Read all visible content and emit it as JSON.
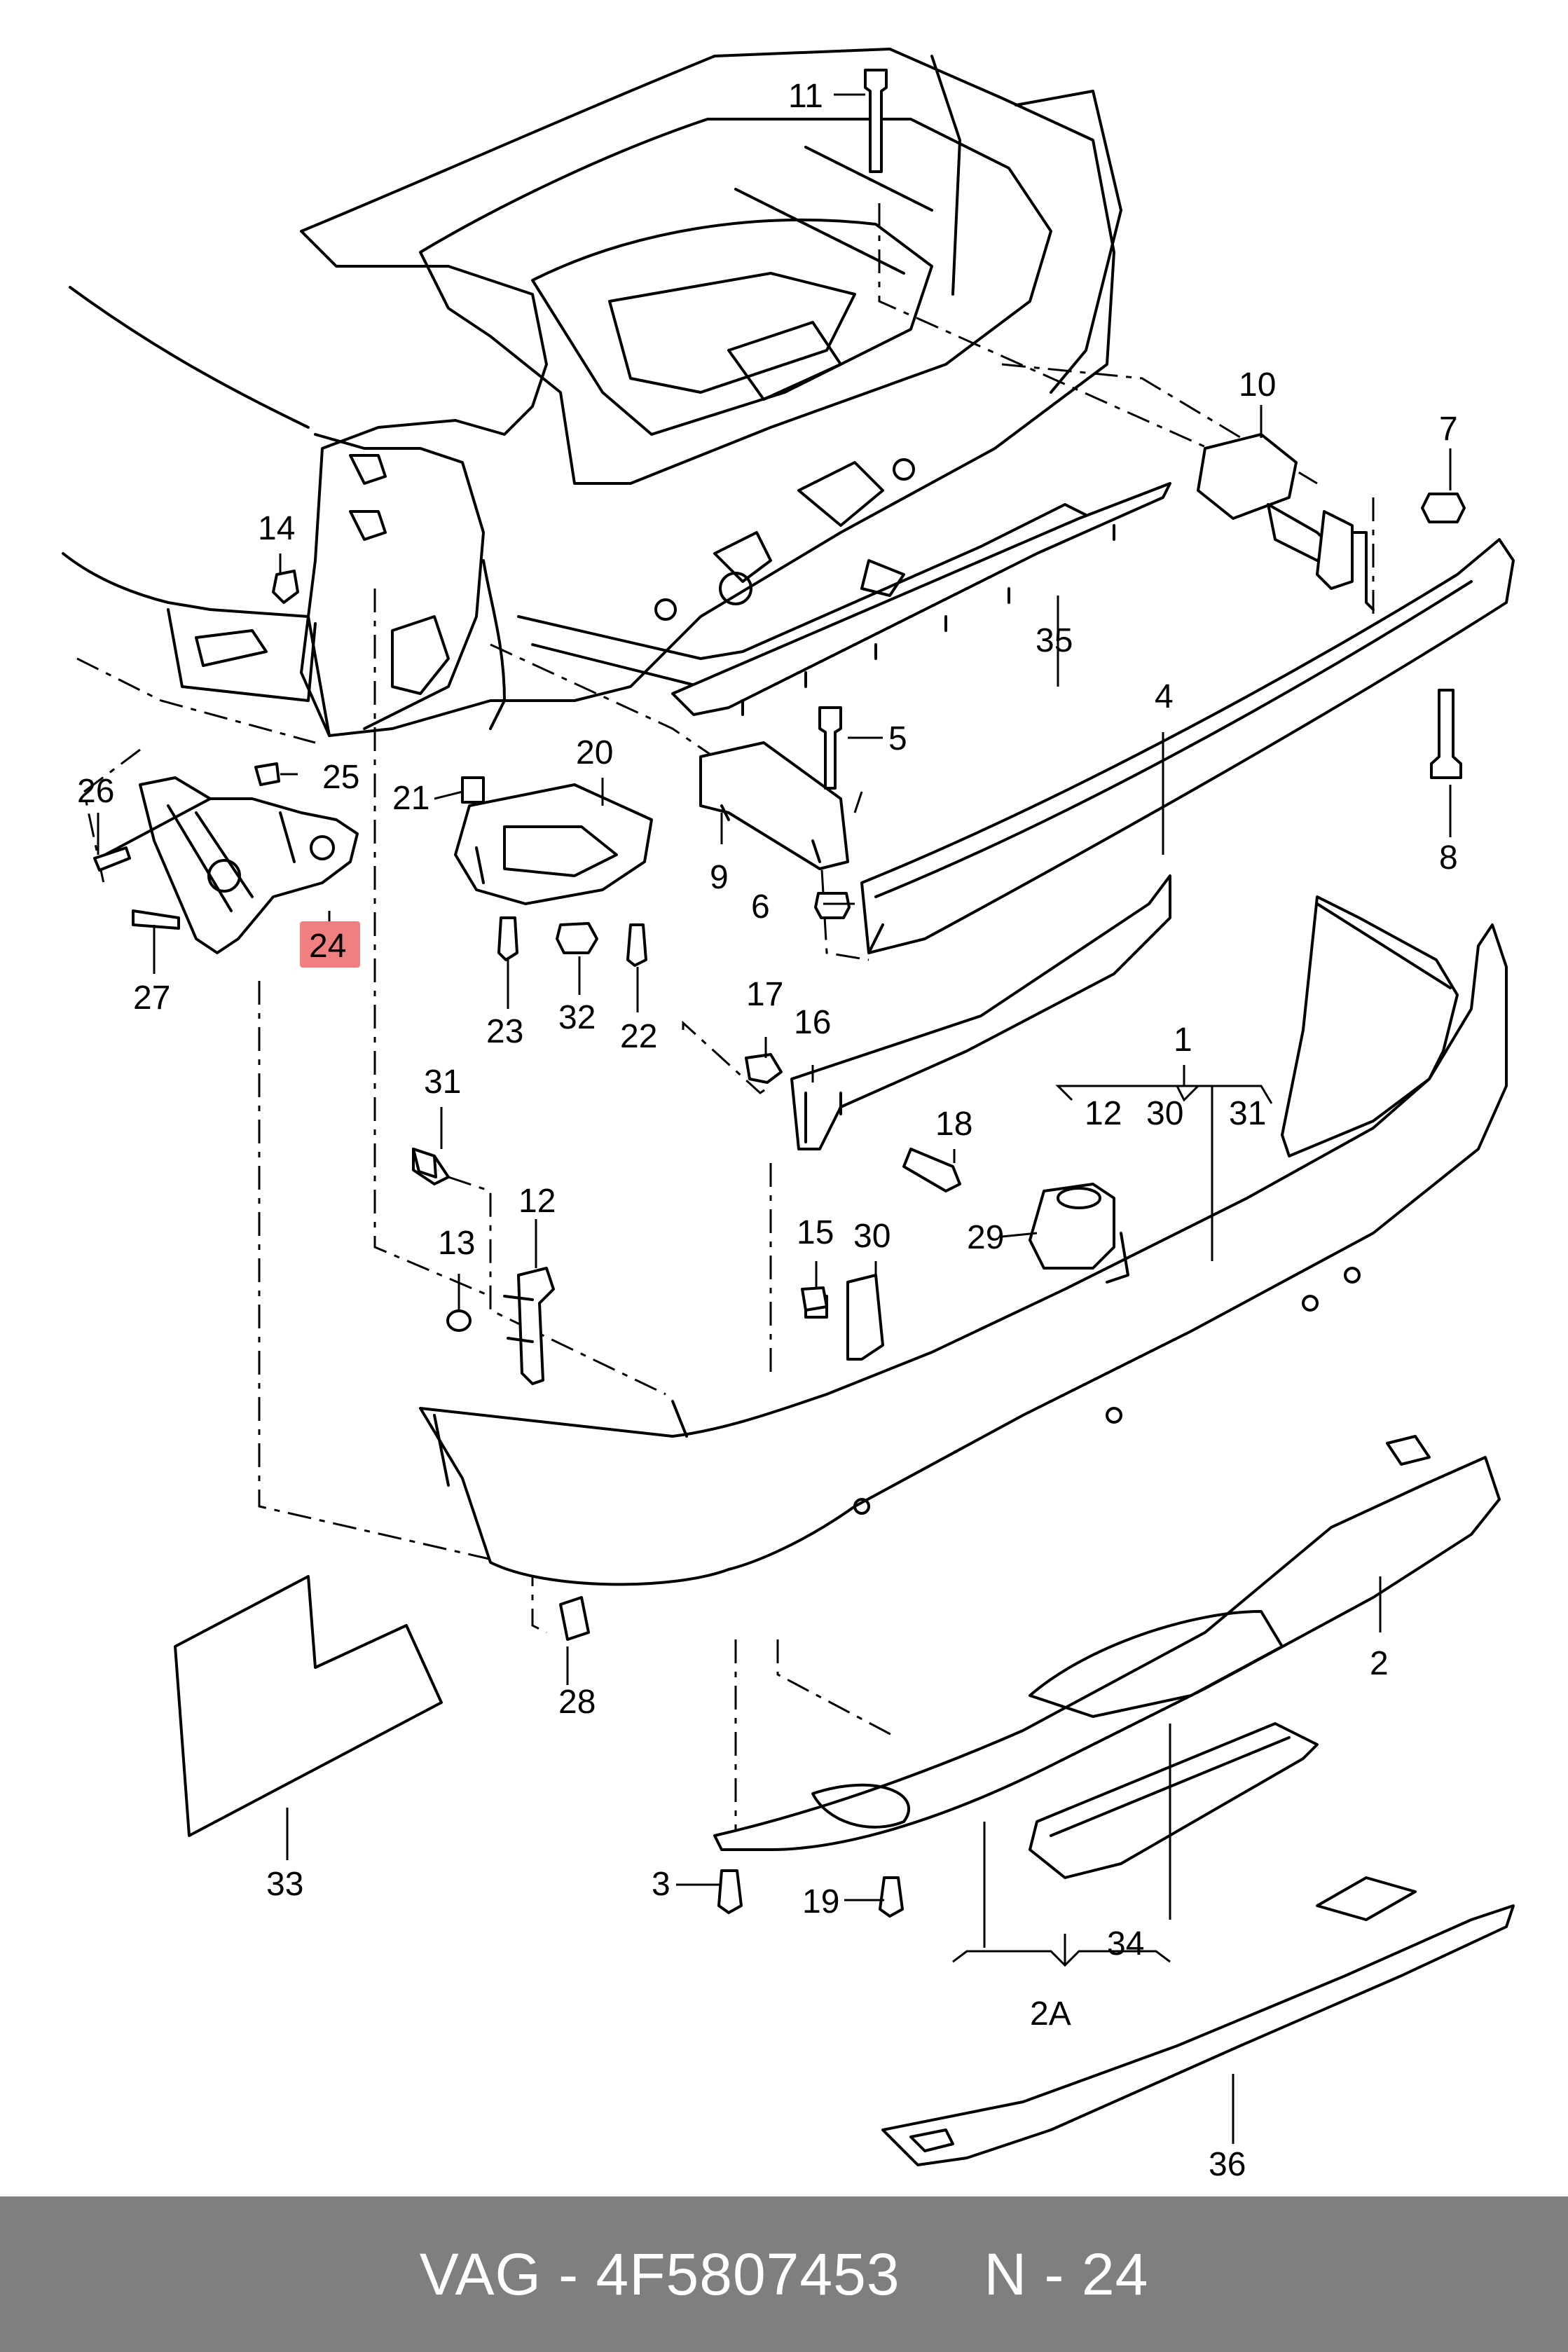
{
  "callouts": {
    "c1": "1",
    "c2": "2",
    "c2a": "2A",
    "c3": "3",
    "c4": "4",
    "c5": "5",
    "c6": "6",
    "c7": "7",
    "c8": "8",
    "c9": "9",
    "c10": "10",
    "c11": "11",
    "c12": "12",
    "c12sub": "12",
    "c13": "13",
    "c14": "14",
    "c15": "15",
    "c16": "16",
    "c17": "17",
    "c18": "18",
    "c19": "19",
    "c20": "20",
    "c21": "21",
    "c22": "22",
    "c23": "23",
    "c24": "24",
    "c25": "25",
    "c26": "26",
    "c27": "27",
    "c28": "28",
    "c29": "29",
    "c30": "30",
    "c30sub": "30",
    "c31": "31",
    "c31sub": "31",
    "c32": "32",
    "c33": "33",
    "c34": "34",
    "c35": "35",
    "c36": "36"
  },
  "highlight": {
    "part": "24",
    "color": "#f08080"
  },
  "footer": {
    "brand_part": "VAG - 4F5807453",
    "position": "N - 24",
    "background": "#7f7f7f"
  }
}
